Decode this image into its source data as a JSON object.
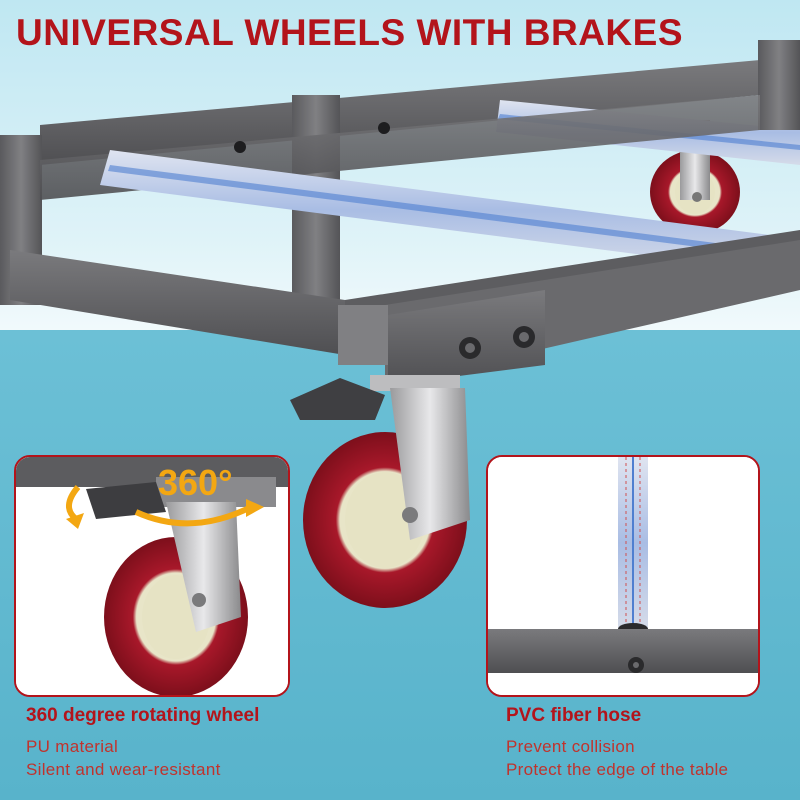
{
  "title": "UNIVERSAL WHEELS WITH BRAKES",
  "left_feature": {
    "rotation_label": "360°",
    "title": "360 degree rotating wheel",
    "lines": [
      "PU material",
      "Silent and wear-resistant"
    ]
  },
  "right_feature": {
    "title": "PVC fiber hose",
    "lines": [
      "Prevent collision",
      "Protect the edge of the table"
    ]
  },
  "colors": {
    "accent": "#b3141b",
    "frame": "#6b6b6e",
    "wheel": "#b11e2a",
    "hub": "#e6e3c4",
    "hose": "#9fb6e0",
    "label_orange": "#f3a712"
  },
  "icons": [
    "rotate-arrow-icon",
    "caster-wheel-icon",
    "brake-pedal-icon"
  ]
}
